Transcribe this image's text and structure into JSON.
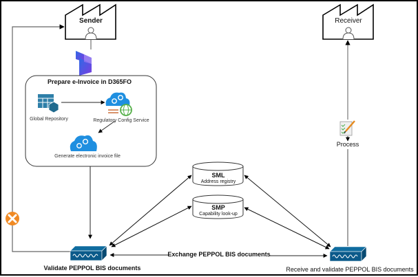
{
  "nodes": {
    "sender": {
      "label": "Sender",
      "icon": "factory-icon"
    },
    "receiver": {
      "label": "Receiver",
      "icon": "factory-icon"
    },
    "dynamics_logo": {
      "icon": "dynamics-365-logo"
    },
    "prepare_group": {
      "title": "Prepare e-Invoice in D365FO"
    },
    "global_repository": {
      "label": "Global Repository",
      "icon": "table-hexagon-icon"
    },
    "regulatory_config_service": {
      "label": "Regulatory Config Service",
      "icon": "cloud-gears-globe-icon"
    },
    "generate_file": {
      "label": "Generate electronic invoice file",
      "icon": "cloud-gears-icon"
    },
    "sml": {
      "title": "SML",
      "subtitle": "Address registry",
      "icon": "database-cylinder"
    },
    "smp": {
      "title": "SMP",
      "subtitle": "Capability look-up",
      "icon": "database-cylinder"
    },
    "validate_ap": {
      "label": "Validate PEPPOL BIS documents",
      "icon": "access-point-device-icon"
    },
    "receive_ap": {
      "label": "Receive and validate PEPPOL BIS documents",
      "icon": "access-point-device-icon"
    },
    "process": {
      "label": "Process",
      "icon": "checklist-pencil-icon"
    },
    "reject": {
      "icon": "error-x-icon"
    }
  },
  "edges": {
    "exchange_label": "Exchange PEPPOL BIS documents"
  },
  "colors": {
    "device_blue": "#0b5a8a",
    "cloud_blue": "#1f8fe0",
    "globe_green": "#56b04a",
    "error_orange": "#f08a24",
    "dynamics_purple": "#4a4ad8"
  }
}
